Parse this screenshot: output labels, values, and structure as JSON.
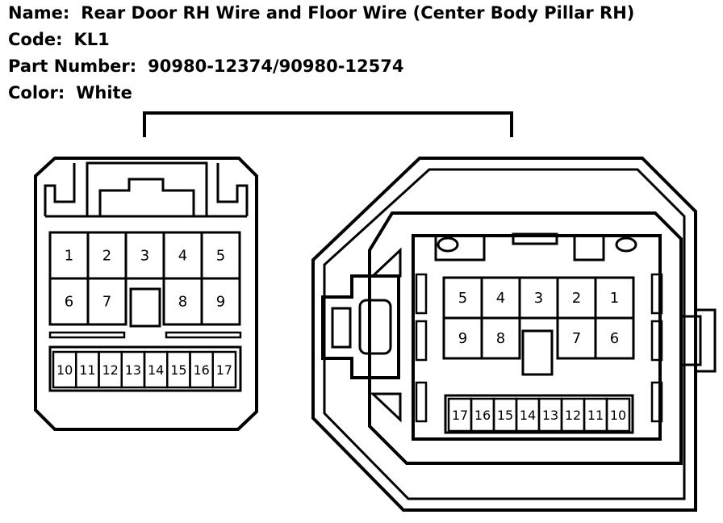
{
  "info": {
    "name_label": "Name:",
    "name_value": "Rear Door RH Wire and Floor Wire (Center Body Pillar RH)",
    "code_label": "Code:",
    "code_value": "KL1",
    "part_label": "Part Number:",
    "part_value": "90980-12374/90980-12574",
    "color_label": "Color:",
    "color_value": "White"
  },
  "left_connector": {
    "upper_pins": [
      "1",
      "2",
      "3",
      "4",
      "5",
      "6",
      "7",
      "8",
      "9"
    ],
    "lower_pins": [
      "10",
      "11",
      "12",
      "13",
      "14",
      "15",
      "16",
      "17"
    ]
  },
  "right_connector": {
    "upper_pins": [
      "5",
      "4",
      "3",
      "2",
      "1",
      "9",
      "8",
      "7",
      "6"
    ],
    "lower_pins": [
      "17",
      "16",
      "15",
      "14",
      "13",
      "12",
      "11",
      "10"
    ]
  }
}
